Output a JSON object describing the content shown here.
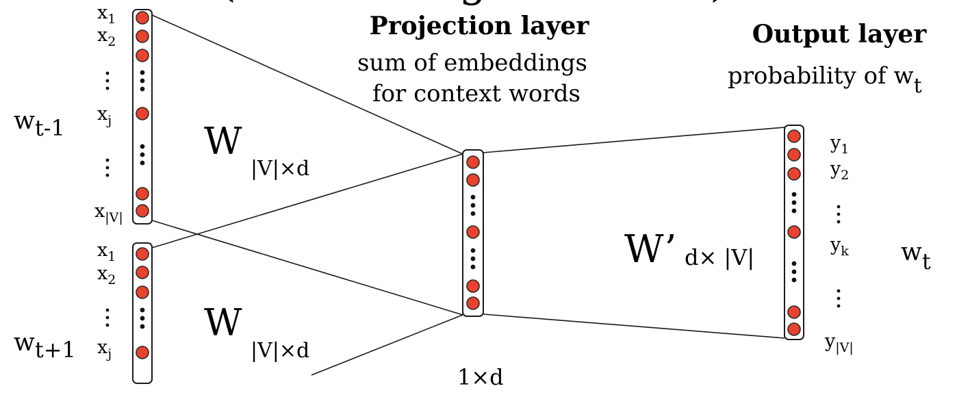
{
  "title_fragment": "(... ... ... ... g ... ... ... ...)",
  "projection": {
    "title": "Projection layer",
    "desc_line1": "sum of embeddings",
    "desc_line2": "for context words",
    "partial_label": "1×d"
  },
  "output": {
    "title": "Output layer",
    "desc_prefix": "probability of w",
    "desc_sub": "t"
  },
  "context_words": [
    {
      "base": "w",
      "sub": "t-1"
    },
    {
      "base": "w",
      "sub": "t+1"
    }
  ],
  "target_word": {
    "base": "w",
    "sub": "t"
  },
  "input_labels_1": [
    {
      "base": "x",
      "sub": "1"
    },
    {
      "base": "x",
      "sub": "2"
    },
    {
      "base": "x",
      "sub": "j"
    },
    {
      "base": "x",
      "sub": "|V|"
    }
  ],
  "input_labels_2": [
    {
      "base": "x",
      "sub": "1"
    },
    {
      "base": "x",
      "sub": "2"
    },
    {
      "base": "x",
      "sub": "j"
    }
  ],
  "output_labels": [
    {
      "base": "y",
      "sub": "1"
    },
    {
      "base": "y",
      "sub": "2"
    },
    {
      "base": "y",
      "sub": "k"
    },
    {
      "base": "y",
      "sub": "|V|"
    }
  ],
  "weights": {
    "input_base": "W",
    "input_sub": "|V|×d",
    "output_base": "W’",
    "output_sub": "d× |V|"
  },
  "colors": {
    "node_fill": "#e8432e",
    "node_stroke": "#2a2a2a",
    "line": "#1a1a1a",
    "text": "#111111"
  }
}
